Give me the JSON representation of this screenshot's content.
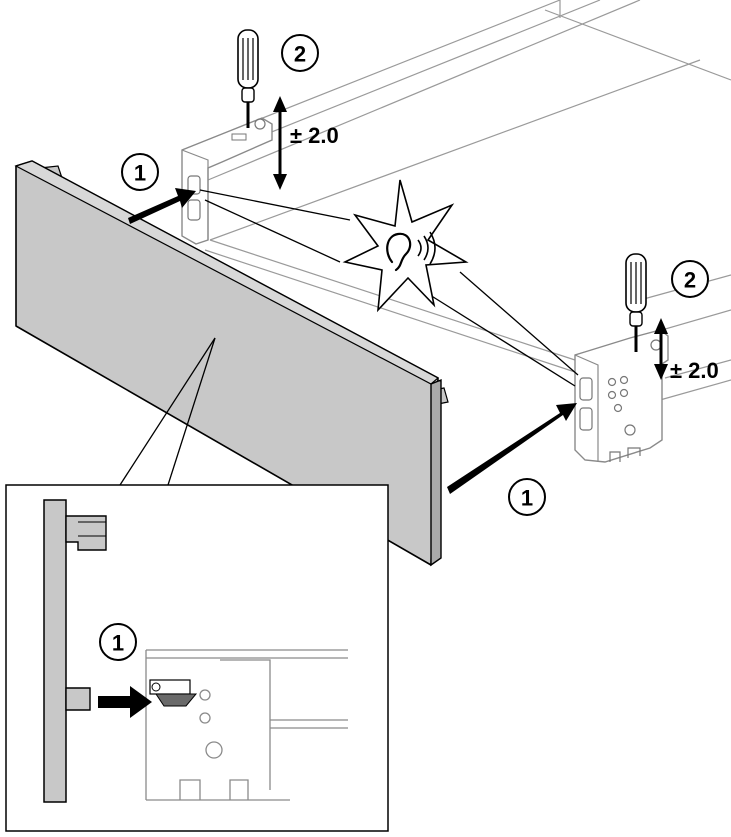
{
  "callouts": {
    "step1": "1",
    "step2": "2"
  },
  "adjust": {
    "range": "± 2.0"
  },
  "colors": {
    "panel_fill": "#c8c8c8",
    "panel_edge": "#000000",
    "drawer_line": "#9a9a9a",
    "arrow": "#000000"
  },
  "icons": [
    "screwdriver-icon",
    "ear-icon",
    "click-sound-icon",
    "push-arrow-icon",
    "double-arrow-icon"
  ]
}
